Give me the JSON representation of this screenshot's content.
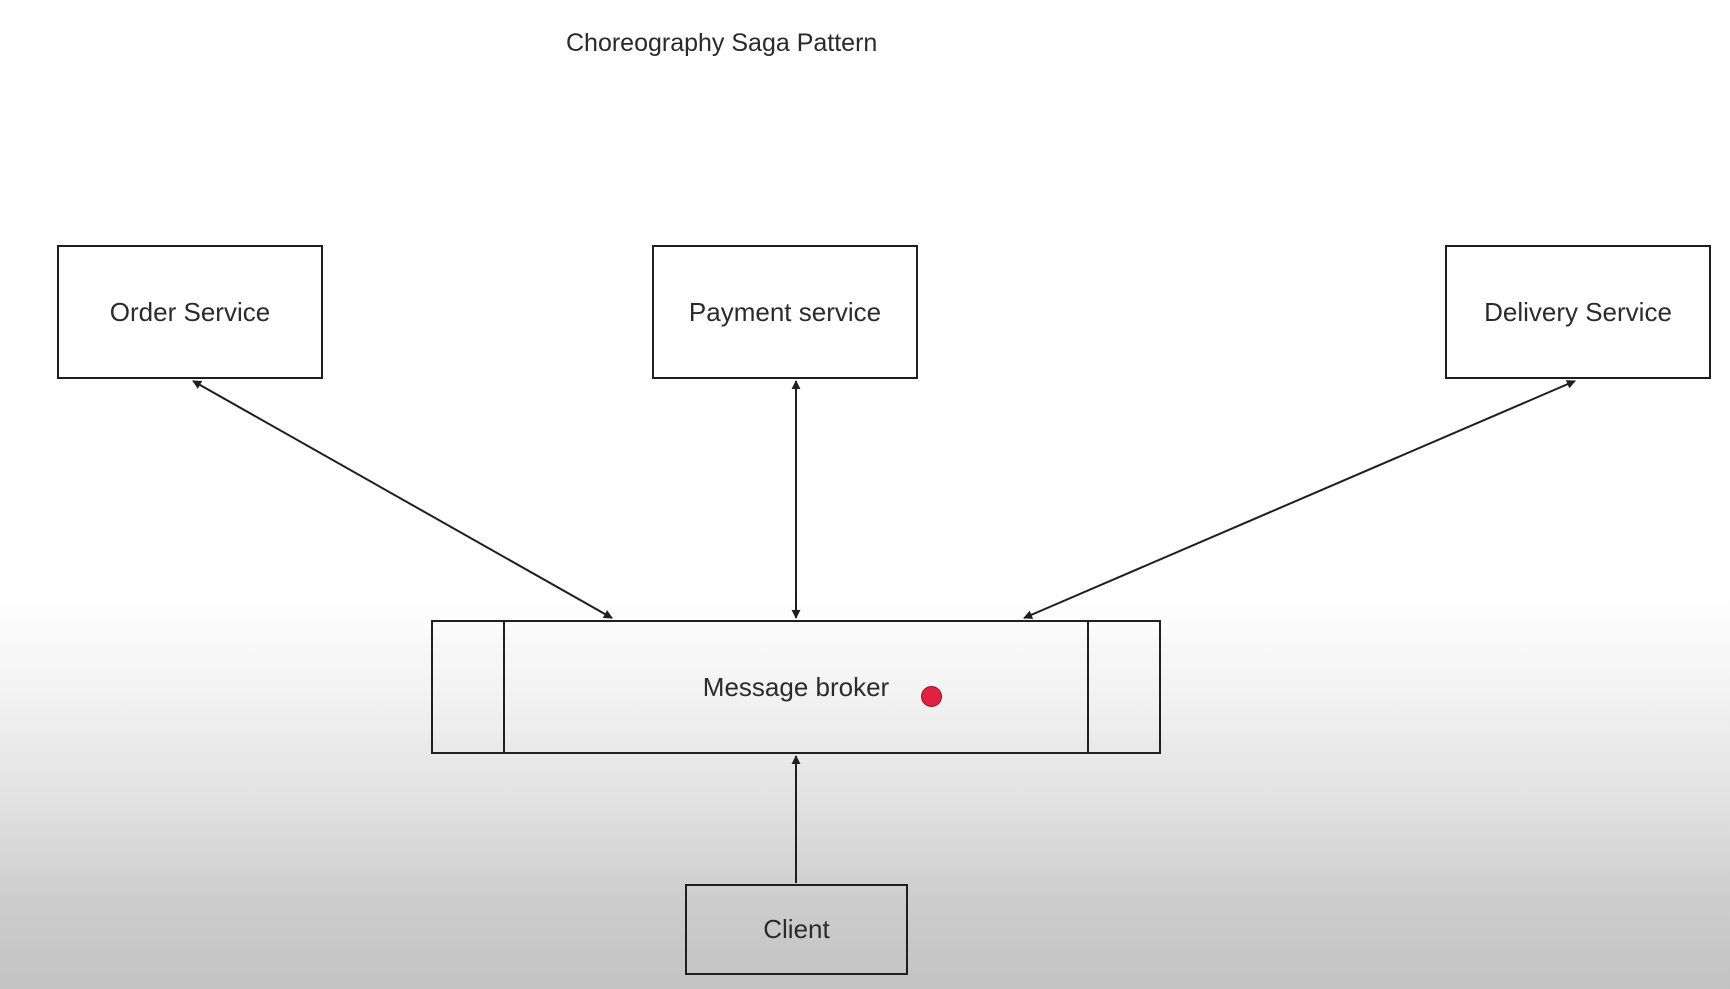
{
  "diagram": {
    "title": "Choreography Saga Pattern",
    "nodes": {
      "order": "Order Service",
      "payment": "Payment service",
      "delivery": "Delivery Service",
      "broker": "Message broker",
      "client": "Client"
    },
    "edges": [
      {
        "from": "order",
        "to": "broker",
        "direction": "both"
      },
      {
        "from": "payment",
        "to": "broker",
        "direction": "both"
      },
      {
        "from": "delivery",
        "to": "broker",
        "direction": "both"
      },
      {
        "from": "client",
        "to": "broker",
        "direction": "to"
      }
    ]
  },
  "colors": {
    "pointer_dot": "#e0213f",
    "stroke": "#1f1f1f"
  }
}
